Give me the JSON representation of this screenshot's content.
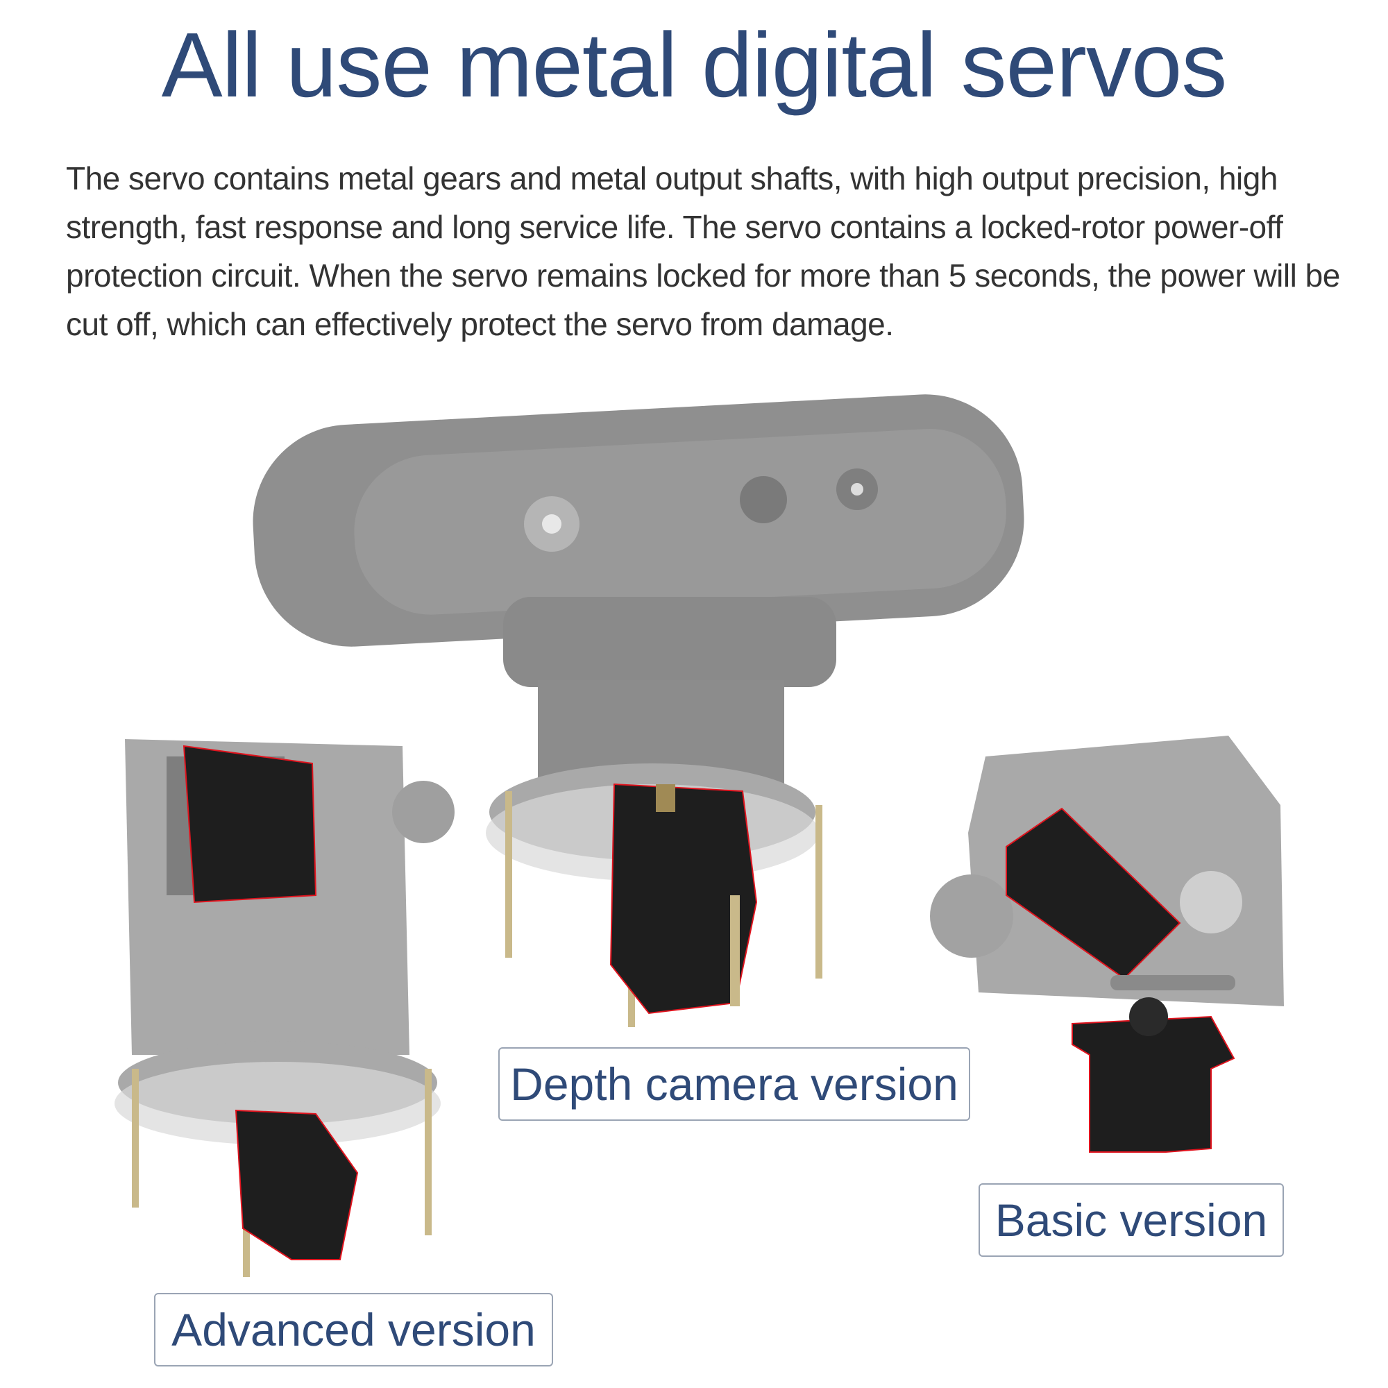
{
  "title": "All use metal digital servos",
  "description": "The servo contains metal gears and metal output shafts, with high output precision, high strength, fast response and long service life. The servo contains a locked-rotor power-off protection circuit. When the servo remains locked for more than 5 seconds, the power will be cut off, which can effectively protect the servo from damage.",
  "versions": [
    {
      "label": "Depth camera version"
    },
    {
      "label": "Basic version"
    },
    {
      "label": "Advanced version"
    }
  ],
  "colors": {
    "title": "#2f4a78",
    "servo": "#1e1e1e",
    "servo_outline": "#e0141e",
    "body_gray": "#8c8c8c"
  }
}
